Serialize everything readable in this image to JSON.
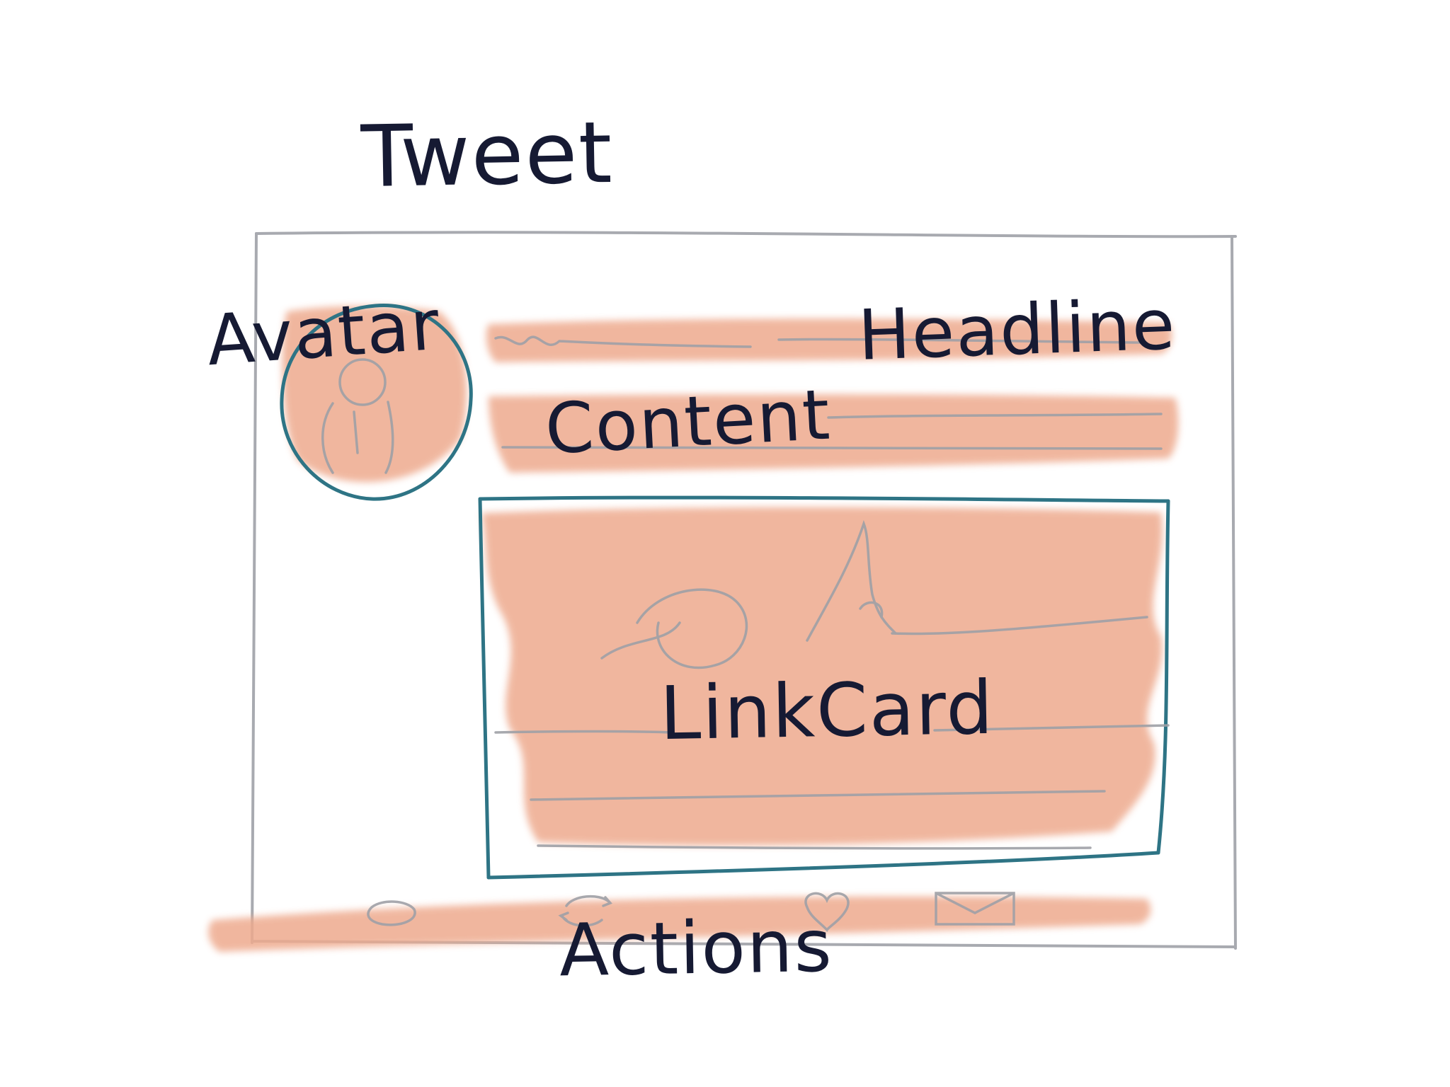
{
  "diagram": {
    "labels": {
      "title": "Tweet",
      "avatar": "Avatar",
      "headline": "Headline",
      "content": "Content",
      "link_card": "LinkCard",
      "actions": "Actions"
    },
    "colors": {
      "ink": "#161a33",
      "wash": "#eeaa8e",
      "outline_blue": "#2e7485",
      "pencil_grey": "#a8aab0"
    },
    "icons": [
      "reply-icon",
      "retweet-icon",
      "heart-icon",
      "message-icon"
    ]
  }
}
